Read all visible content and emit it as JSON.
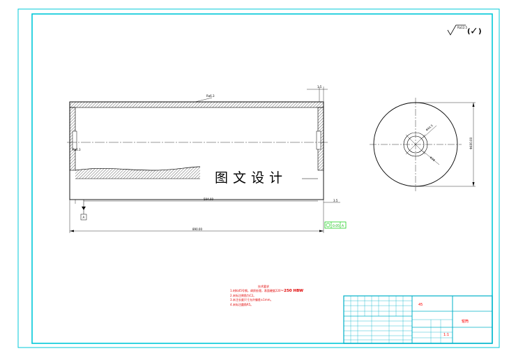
{
  "roughness": {
    "value": "Ra12.5",
    "check_mark": "✓"
  },
  "dimensions": {
    "top_offset": "1.5",
    "roughness_top": "Ra6.3",
    "left_bore": "Ra6.3",
    "bore_length": "594.00",
    "right_height": "3.5",
    "total_length": "890.00",
    "tolerance_value": "0.05",
    "datum": "A",
    "inner_diameter": "Φ44.5",
    "outer_diameter": "Φ38",
    "height": "Φ400.00"
  },
  "notes": {
    "title": "技术要求",
    "lines": [
      "1.材料45号钢，调质处理，表面硬度220",
      "2.未标注倒角为C2。",
      "3.未注长度尺寸允许偏差±1mm。",
      "4.未标注圆角R5。"
    ],
    "hardness_bold": "~250 HBW"
  },
  "watermark": {
    "text": "图文设计"
  },
  "title_block": {
    "material": "45",
    "drawing_name": "辊筒",
    "scale_label": "1:1"
  },
  "colors": {
    "border": "#00c8d8",
    "line": "#000000",
    "notes": "#e00000",
    "tolerance_frame": "#00cc00",
    "title_block_line": "#00b0c8"
  }
}
